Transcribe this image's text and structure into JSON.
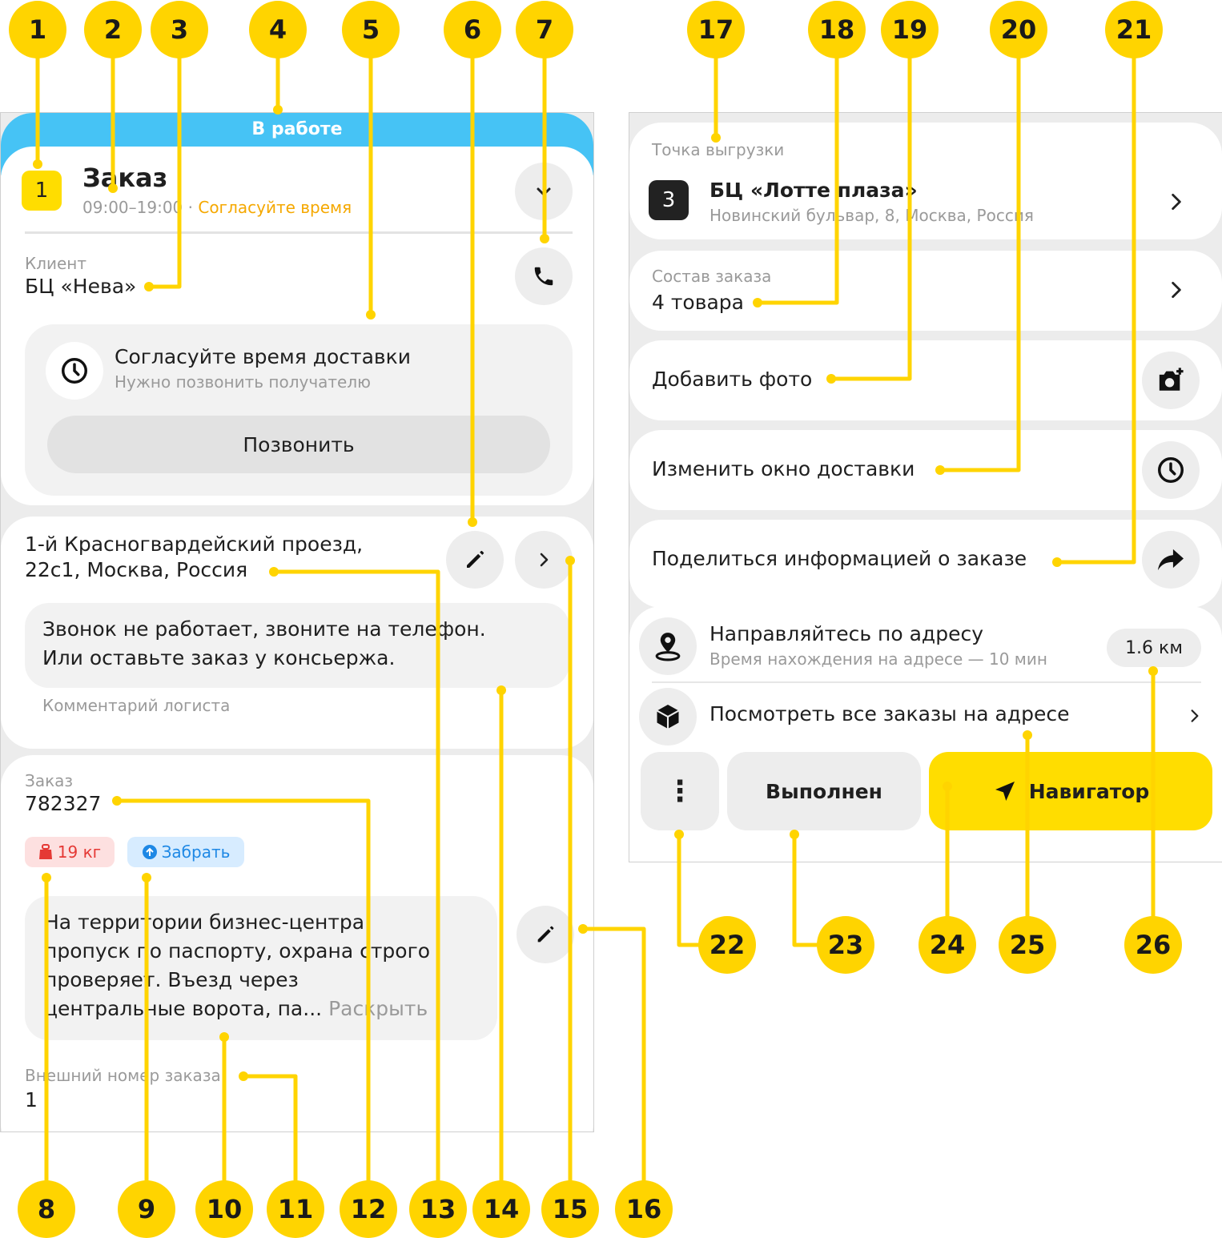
{
  "status_bar": {
    "label": "В работе"
  },
  "header": {
    "index": "1",
    "title": "Заказ",
    "time": "09:00–19:00",
    "separator": "·",
    "time_warning": "Согласуйте время"
  },
  "client": {
    "label": "Клиент",
    "name": "БЦ «Нева»"
  },
  "agree_card": {
    "title": "Согласуйте время доставки",
    "subtitle": "Нужно позвонить получателю",
    "button": "Позвонить"
  },
  "address": {
    "line1": "1-й Красногвардейский проезд,",
    "line2": "22с1, Москва, Россия"
  },
  "logist_comment": {
    "line1": "Звонок не работает, звоните на телефон.",
    "line2": "Или оставьте заказ у консьержа.",
    "caption": "Комментарий логиста"
  },
  "order": {
    "label": "Заказ",
    "number": "782327",
    "weight_tag": "19 кг",
    "action_tag": "Забрать"
  },
  "order_comment": {
    "line1": "На территории бизнес-центра",
    "line2": "пропуск по паспорту, охрана строго",
    "line3": "проверяет. Въезд через",
    "line4": "центральные ворота, па...",
    "expand": "Раскрыть"
  },
  "external": {
    "label": "Внешний номер заказа",
    "value": "1"
  },
  "unload": {
    "label": "Точка выгрузки",
    "index": "3",
    "name": "БЦ «Лотте плаза»",
    "address": "Новинский бульвар, 8, Москва, Россия"
  },
  "contents": {
    "label": "Состав заказа",
    "value": "4 товара"
  },
  "actions": {
    "add_photo": "Добавить фото",
    "change_window": "Изменить окно доставки",
    "share": "Поделиться информацией о заказе"
  },
  "route": {
    "title": "Направляйтесь по адресу",
    "subtitle": "Время нахождения на адресе — 10 мин",
    "distance": "1.6 км",
    "all_orders": "Посмотреть все заказы на адресе"
  },
  "bottom_bar": {
    "more": "⋮",
    "done": "Выполнен",
    "navigator": "Навигатор"
  },
  "callouts": [
    "1",
    "2",
    "3",
    "4",
    "5",
    "6",
    "7",
    "8",
    "9",
    "10",
    "11",
    "12",
    "13",
    "14",
    "15",
    "16",
    "17",
    "18",
    "19",
    "20",
    "21",
    "22",
    "23",
    "24",
    "25",
    "26"
  ],
  "colors": {
    "callout": "#ffd400",
    "status": "#46c3f5",
    "warning": "#f5a800",
    "primary": "#ffdd00",
    "weight_bg": "#fde0e0",
    "weight_fg": "#e53935",
    "action_bg": "#d7ecff",
    "action_fg": "#1e88e5"
  }
}
